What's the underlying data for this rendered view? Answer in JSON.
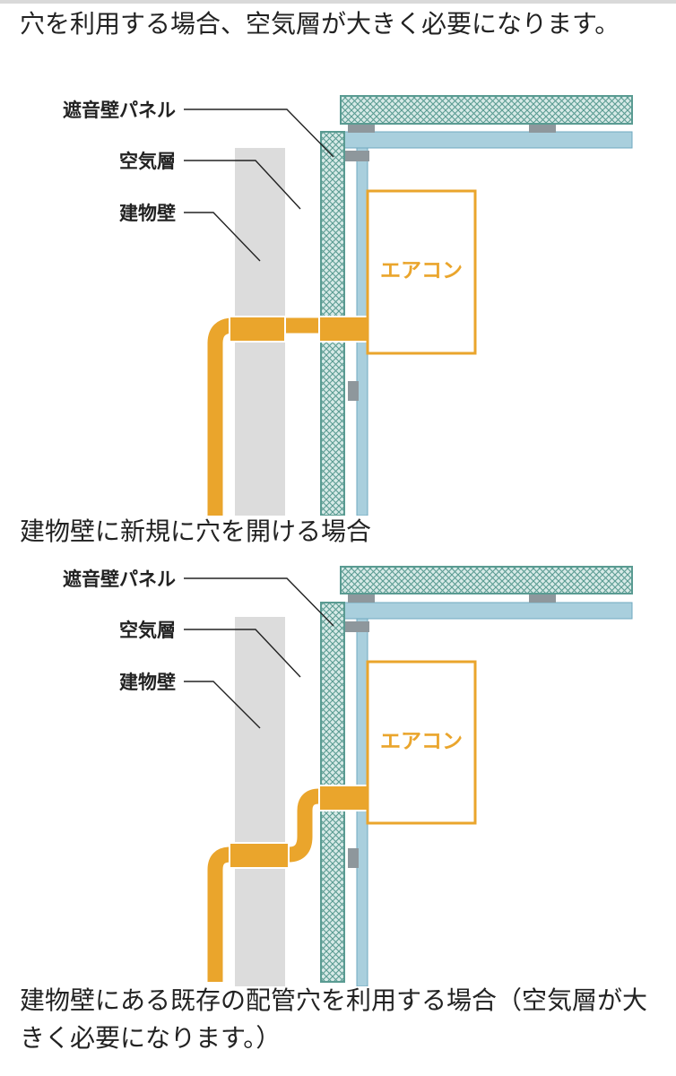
{
  "intro_text": "穴を利用する場合、空気層が大きく必要になります。",
  "diagrams": [
    {
      "caption": "建物壁に新規に穴を開ける場合",
      "labels": {
        "panel": "遮音壁パネル",
        "air_layer": "空気層",
        "building_wall": "建物壁",
        "aircon": "エアコン"
      }
    },
    {
      "caption": "建物壁にある既存の配管穴を利用する場合（空気層が大きく必要になります。）",
      "labels": {
        "panel": "遮音壁パネル",
        "air_layer": "空気層",
        "building_wall": "建物壁",
        "aircon": "エアコン"
      }
    }
  ],
  "colors": {
    "pipe": "#eaa52c",
    "panel_fill": "#d7eae7",
    "panel_stroke": "#5a9b92",
    "steel": "#a9cfdd",
    "building_wall": "#dcdcdc",
    "bracket": "#8e979c"
  }
}
